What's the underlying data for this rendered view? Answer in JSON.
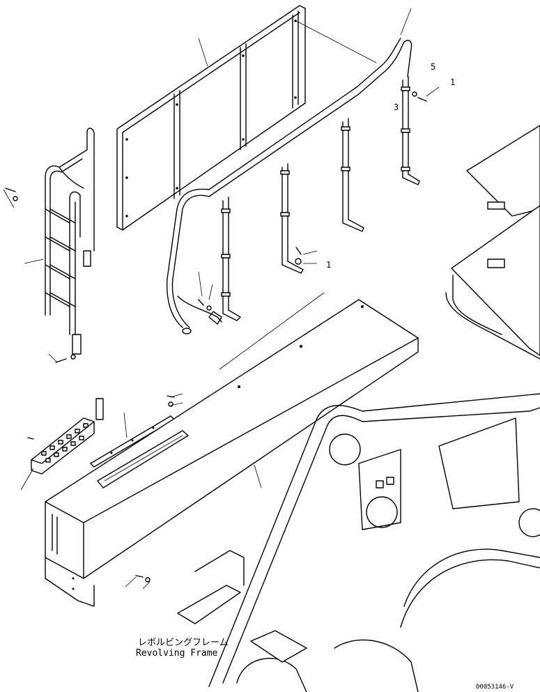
{
  "labels": {
    "frame_jp": "レボルビングフレーム",
    "frame_en": "Revolving Frame",
    "part_code": "00053146-V"
  },
  "callouts": {
    "n1a": "1",
    "n1b": "1",
    "n3": "3",
    "n5": "5"
  }
}
